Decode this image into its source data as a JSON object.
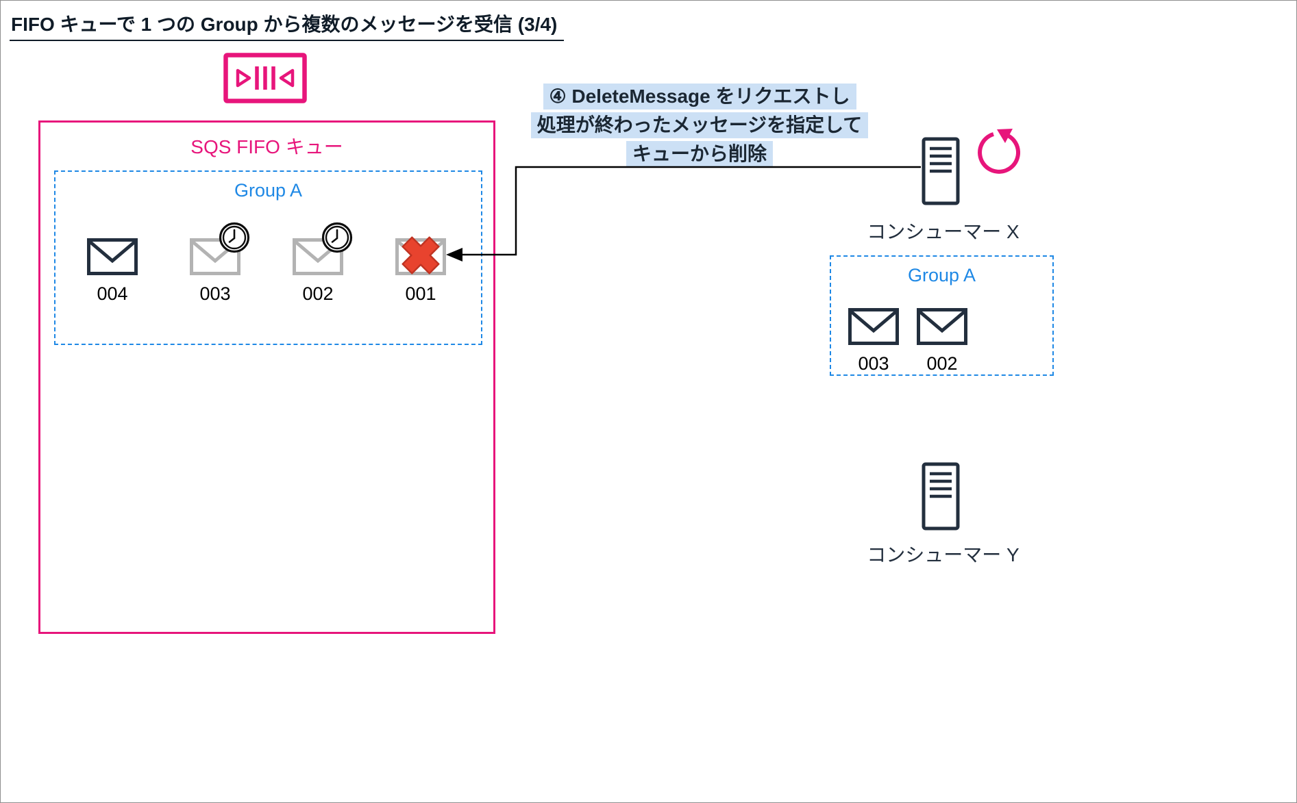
{
  "title": "FIFO キューで 1 つの Group から複数のメッセージを受信 (3/4)",
  "queue": {
    "label": "SQS FIFO キュー",
    "group": {
      "label": "Group A",
      "messages": [
        {
          "id": "004",
          "state": "available"
        },
        {
          "id": "003",
          "state": "in-flight"
        },
        {
          "id": "002",
          "state": "in-flight"
        },
        {
          "id": "001",
          "state": "deleted"
        }
      ]
    }
  },
  "annotation": {
    "lines": [
      "④ DeleteMessage をリクエストし",
      "処理が終わったメッセージを指定して",
      "キューから削除"
    ]
  },
  "consumers": {
    "x": {
      "label": "コンシューマー X",
      "group": {
        "label": "Group A",
        "messages": [
          {
            "id": "003"
          },
          {
            "id": "002"
          }
        ]
      }
    },
    "y": {
      "label": "コンシューマー Y"
    }
  },
  "icons": {
    "queue": "sqs-queue-icon",
    "envelope": "envelope-icon",
    "clock": "visibility-timeout-clock-icon",
    "deleted": "red-x-icon",
    "server": "server-icon",
    "refresh": "polling-refresh-icon",
    "arrow": "delete-request-arrow"
  },
  "colors": {
    "pink": "#E7157B",
    "blue": "#1E88E5",
    "dark": "#232F3E",
    "gray_envelope": "#B3B3B3",
    "red_x": "#E8432E",
    "annotation_highlight": "#CCE0F5"
  }
}
